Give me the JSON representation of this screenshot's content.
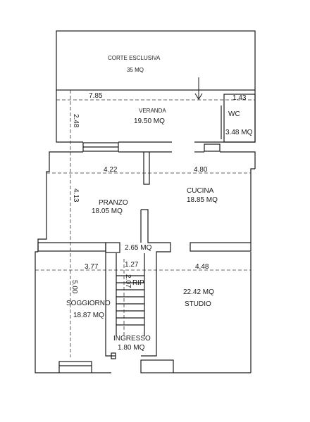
{
  "rooms": {
    "corte": {
      "name": "CORTE ESCLUSIVA",
      "area": "35 MQ"
    },
    "veranda": {
      "name": "VERANDA",
      "area": "19.50 MQ"
    },
    "wc": {
      "name": "WC",
      "area": "3.48 MQ"
    },
    "pranzo": {
      "name": "PRANZO",
      "area": "18.05 MQ"
    },
    "cucina": {
      "name": "CUCINA",
      "area": "18.85 MQ"
    },
    "rip": {
      "name": "RIP",
      "area": "2.65 MQ"
    },
    "soggiorno": {
      "name": "SOGGIORNO",
      "area": "18.87 MQ"
    },
    "studio": {
      "name": "STUDIO",
      "area": "22.42 MQ"
    },
    "ingresso": {
      "name": "INGRESSO",
      "area": "1.80 MQ"
    }
  },
  "dimensions": {
    "veranda_width": "7.85",
    "wc_width": "1.43",
    "veranda_depth": "2.48",
    "pranzo_width": "4.22",
    "cucina_width": "4.80",
    "pranzo_depth": "4.13",
    "soggiorno_width": "3.77",
    "studio_width": "4.48",
    "soggiorno_depth": "5.00",
    "rip_width": "1.27",
    "rip_depth": "2.07"
  },
  "colors": {
    "wall": "#1a1a1a",
    "dimension_line": "#333333",
    "background": "#ffffff"
  }
}
